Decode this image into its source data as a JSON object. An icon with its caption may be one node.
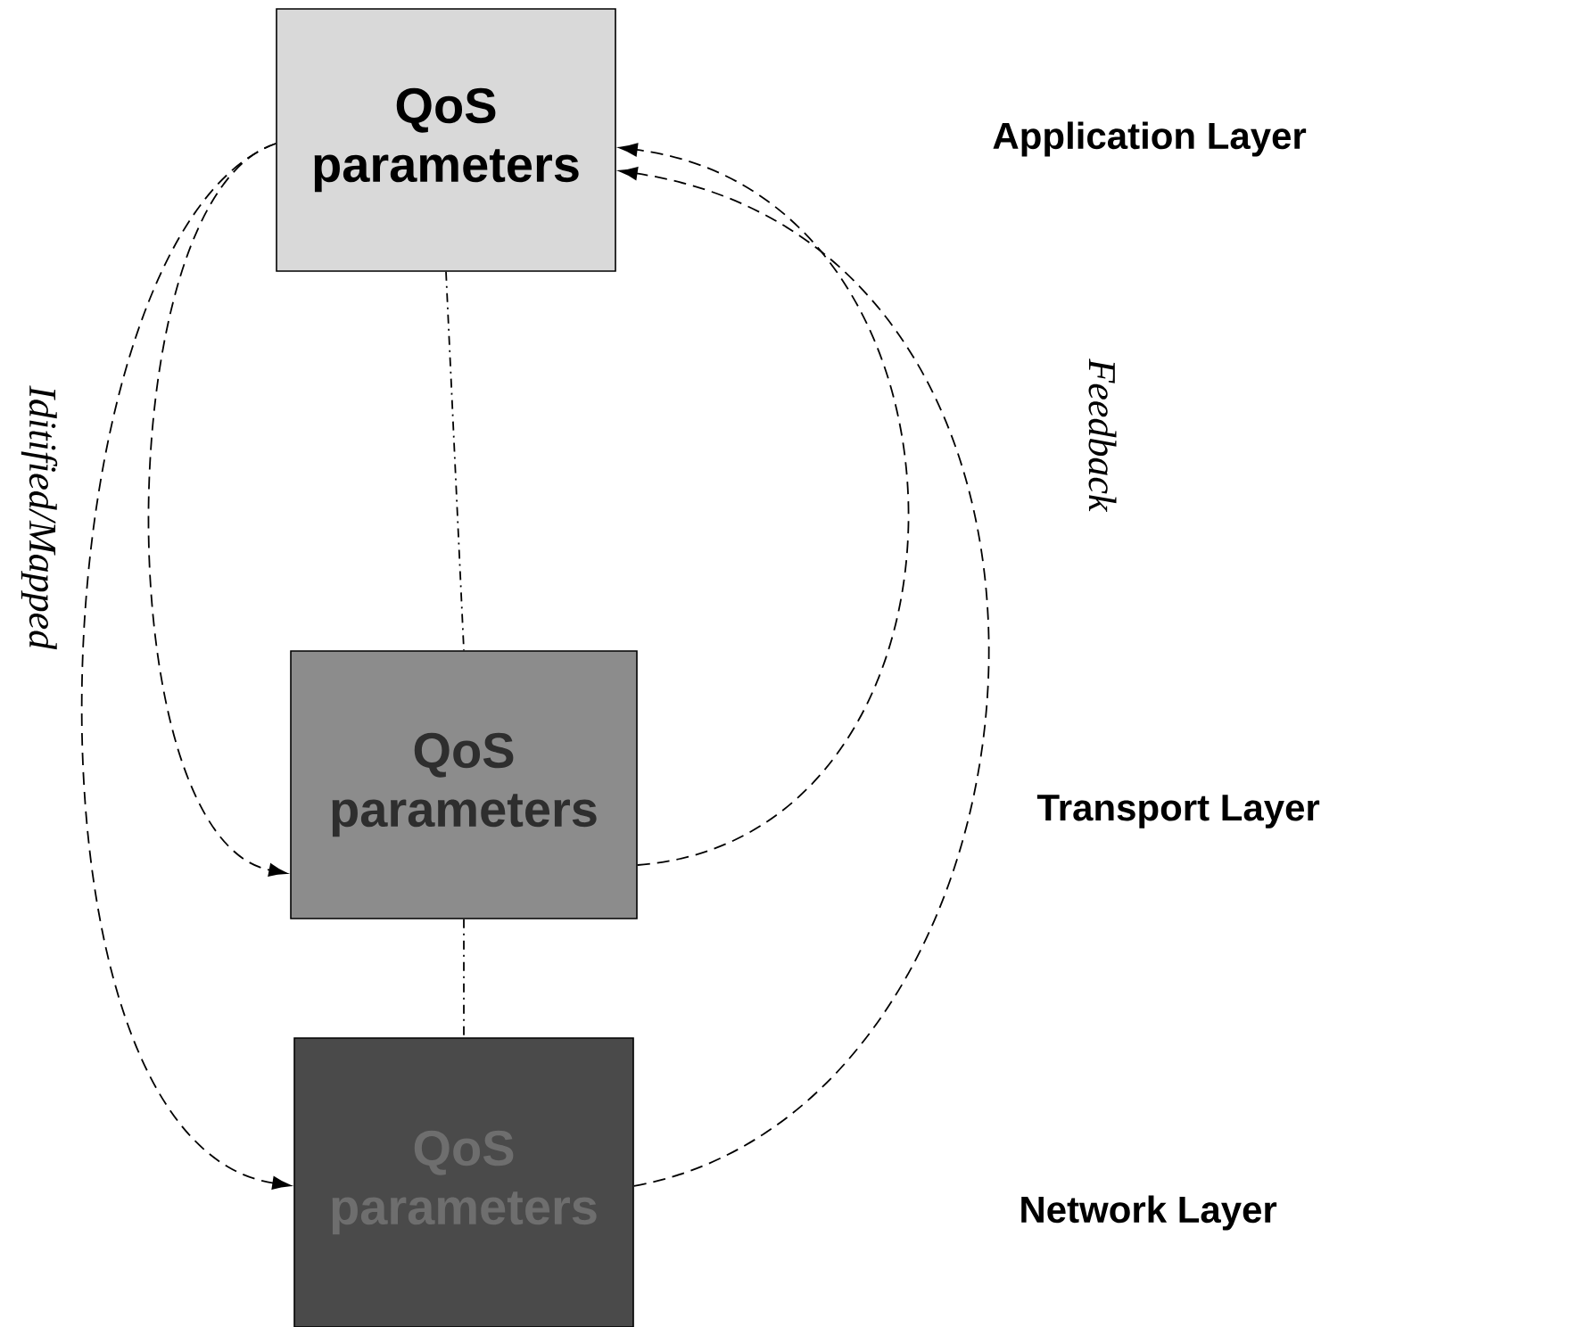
{
  "diagram": {
    "nodes": [
      {
        "text": [
          "QoS parameters"
        ]
      },
      {
        "text": [
          "QoS parameters"
        ]
      },
      {
        "text": [
          "QoS parameters"
        ]
      }
    ],
    "edges": [
      {
        "from": 0,
        "to": 1,
        "arrow": "to",
        "style": "dashed"
      },
      {
        "from": 0,
        "to": 2,
        "arrow": "to",
        "style": "dashed"
      },
      {
        "from": 1,
        "to": 0,
        "arrow": "to",
        "style": "dashed"
      },
      {
        "from": 2,
        "to": 0,
        "arrow": "to",
        "style": "dashed"
      },
      {
        "from": 0,
        "to": 1,
        "arrow": "none"
      },
      {
        "from": 1,
        "to": 2,
        "arrow": "none"
      }
    ],
    "labels": [
      "Iditified/Mapped",
      "Feedback",
      "Application Layer",
      "Transport Layer",
      "Network Layer"
    ]
  }
}
